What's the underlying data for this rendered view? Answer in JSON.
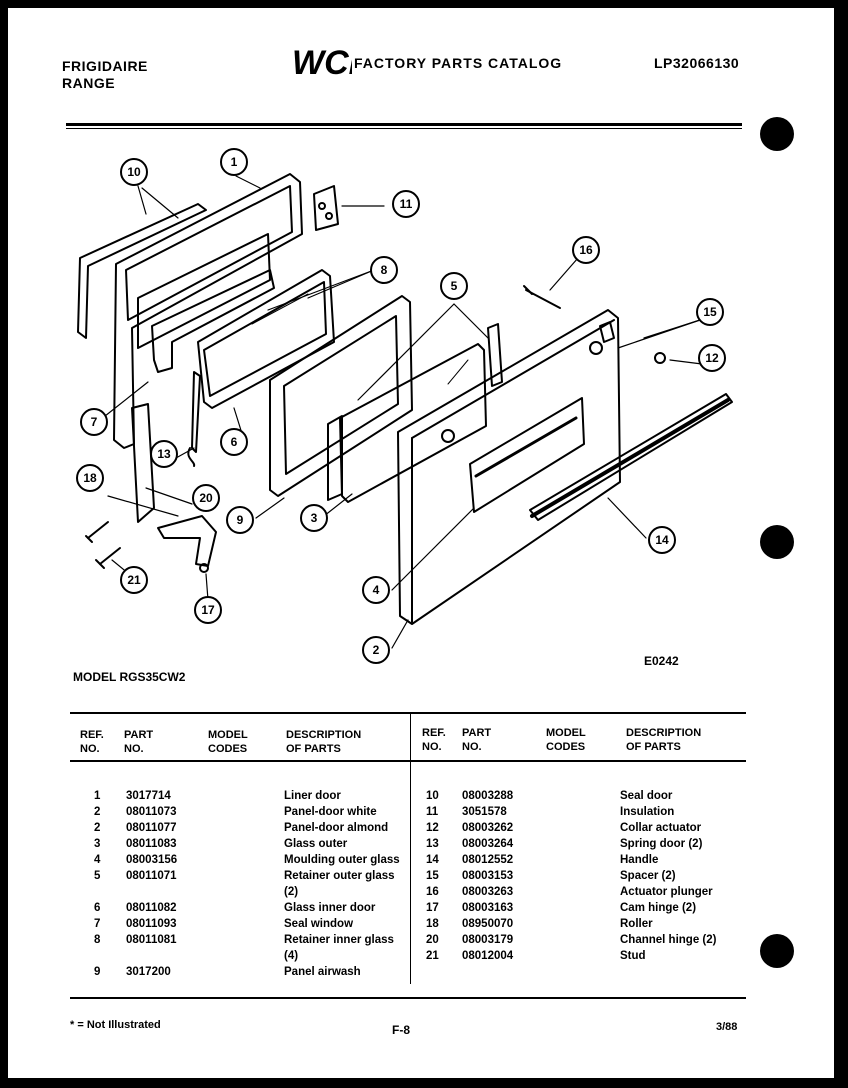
{
  "header": {
    "brand_line1": "FRIGIDAIRE",
    "brand_line2": "RANGE",
    "logo_text": "WCI",
    "catalog_title": "FACTORY PARTS CATALOG",
    "doc_number": "LP32066130"
  },
  "diagram": {
    "code": "E0242",
    "callouts": [
      "1",
      "2",
      "3",
      "4",
      "5",
      "6",
      "7",
      "8",
      "9",
      "10",
      "11",
      "12",
      "13",
      "14",
      "15",
      "16",
      "17",
      "18",
      "20",
      "21"
    ]
  },
  "model_line": "MODEL RGS35CW2",
  "table": {
    "headers": {
      "ref_no": [
        "REF.",
        "NO."
      ],
      "part_no": [
        "PART",
        "NO."
      ],
      "model_codes": [
        "MODEL",
        "CODES"
      ],
      "description": [
        "DESCRIPTION",
        "OF PARTS"
      ]
    },
    "left_rows": [
      {
        "ref": "1",
        "part": "3017714",
        "desc": "Liner door"
      },
      {
        "ref": "2",
        "part": "08011073",
        "desc": "Panel-door white"
      },
      {
        "ref": "2",
        "part": "08011077",
        "desc": "Panel-door almond"
      },
      {
        "ref": "3",
        "part": "08011083",
        "desc": "Glass outer"
      },
      {
        "ref": "4",
        "part": "08003156",
        "desc": "Moulding outer glass"
      },
      {
        "ref": "5",
        "part": "08011071",
        "desc": "Retainer outer glass"
      },
      {
        "ref": "",
        "part": "",
        "desc": "(2)"
      },
      {
        "ref": "6",
        "part": "08011082",
        "desc": "Glass inner door"
      },
      {
        "ref": "7",
        "part": "08011093",
        "desc": "Seal window"
      },
      {
        "ref": "8",
        "part": "08011081",
        "desc": "Retainer inner glass"
      },
      {
        "ref": "",
        "part": "",
        "desc": "(4)"
      },
      {
        "ref": "9",
        "part": "3017200",
        "desc": "Panel airwash"
      }
    ],
    "right_rows": [
      {
        "ref": "10",
        "part": "08003288",
        "desc": "Seal door"
      },
      {
        "ref": "11",
        "part": "3051578",
        "desc": "Insulation"
      },
      {
        "ref": "12",
        "part": "08003262",
        "desc": "Collar actuator"
      },
      {
        "ref": "13",
        "part": "08003264",
        "desc": "Spring door (2)"
      },
      {
        "ref": "14",
        "part": "08012552",
        "desc": "Handle"
      },
      {
        "ref": "15",
        "part": "08003153",
        "desc": "Spacer (2)"
      },
      {
        "ref": "16",
        "part": "08003263",
        "desc": "Actuator plunger"
      },
      {
        "ref": "17",
        "part": "08003163",
        "desc": "Cam hinge (2)"
      },
      {
        "ref": "18",
        "part": "08950070",
        "desc": "Roller"
      },
      {
        "ref": "20",
        "part": "08003179",
        "desc": "Channel hinge (2)"
      },
      {
        "ref": "21",
        "part": "08012004",
        "desc": "Stud"
      }
    ]
  },
  "footer": {
    "note": "* = Not Illustrated",
    "page": "F-8",
    "date": "3/88"
  }
}
